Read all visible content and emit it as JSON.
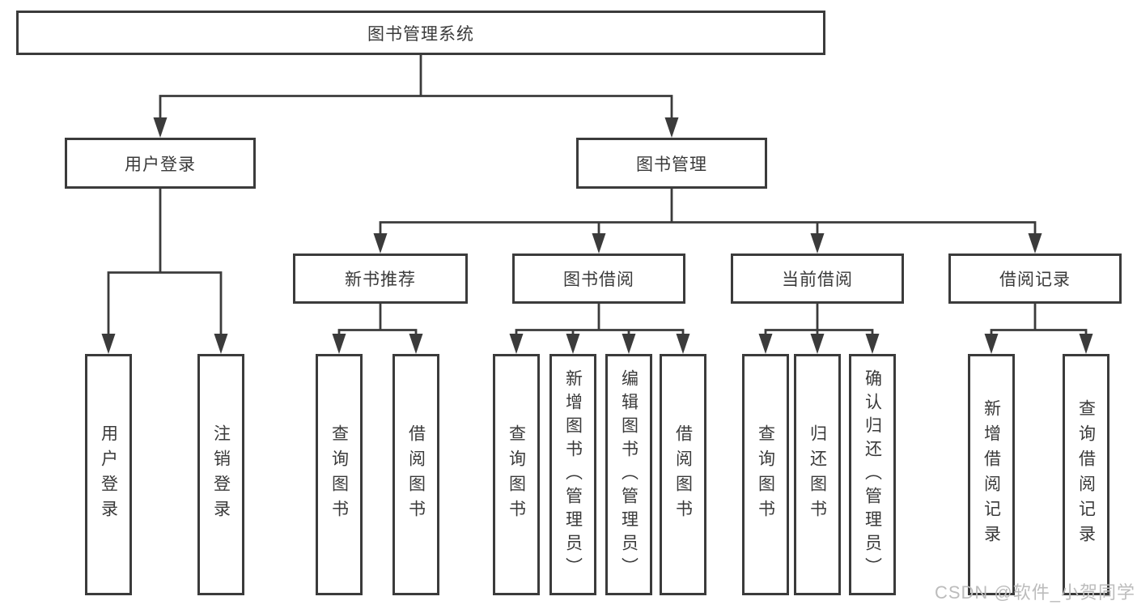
{
  "watermark": "CSDN @软件_小贺同学",
  "colors": {
    "line": "#3b3b3b",
    "text": "#3a3a3a",
    "watermark": "#bcbcbc",
    "background": "#ffffff"
  },
  "tree": {
    "root": {
      "label": "图书管理系统",
      "children": [
        {
          "label": "用户登录",
          "children": [
            {
              "label": "用户登录"
            },
            {
              "label": "注销登录"
            }
          ]
        },
        {
          "label": "图书管理",
          "children": [
            {
              "label": "新书推荐",
              "children": [
                {
                  "label": "查询图书"
                },
                {
                  "label": "借阅图书"
                }
              ]
            },
            {
              "label": "图书借阅",
              "children": [
                {
                  "label": "查询图书"
                },
                {
                  "label": "新增图书（管理员）"
                },
                {
                  "label": "编辑图书（管理员）"
                },
                {
                  "label": "借阅图书"
                }
              ]
            },
            {
              "label": "当前借阅",
              "children": [
                {
                  "label": "查询图书"
                },
                {
                  "label": "归还图书"
                },
                {
                  "label": "确认归还（管理员）"
                }
              ]
            },
            {
              "label": "借阅记录",
              "children": [
                {
                  "label": "新增借阅记录"
                },
                {
                  "label": "查询借阅记录"
                }
              ]
            }
          ]
        }
      ]
    }
  }
}
